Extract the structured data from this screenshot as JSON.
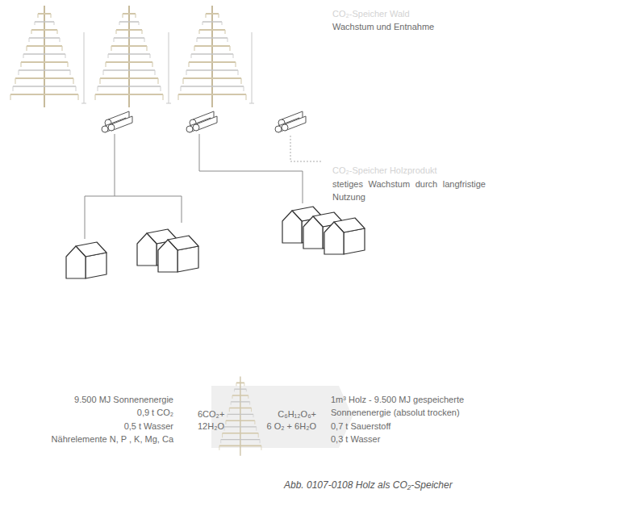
{
  "diagram": {
    "caption": "Abb. 0107-0108 Holz als CO₂-Speicher",
    "labels": [
      "CO₂-Speicher Wald",
      "Wachstum und Entnahme",
      "CO₂-Speicher Holzprodukt",
      "stetiges Wachstum durch langfristige Nutzung",
      "9.500 MJ Sonnenenergie",
      "0,9 t CO₂",
      "0,5 t Wasser",
      "Nährelemente N, P , K, Mg, Ca",
      "6CO₂+",
      "12H₂O",
      "C₆H₁₂O₆+",
      "6 O₂ + 6H₂O",
      "1m³ Holz - 9.500 MJ gespeicherte Sonnenenergie (absolut trocken)",
      "0,7 t Sauerstoff",
      "0,3 t Wasser"
    ]
  }
}
